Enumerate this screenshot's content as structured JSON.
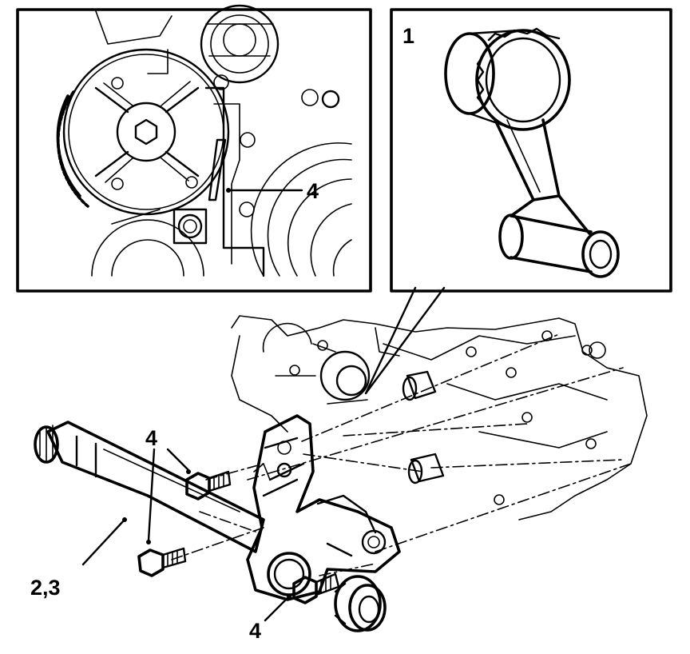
{
  "figure": {
    "colors": {
      "ink": "#000000",
      "paper": "#ffffff"
    },
    "detail_right": {
      "label": "1"
    },
    "detail_left": {
      "label": "4"
    },
    "main": {
      "callouts": [
        {
          "id": "axle-shaft",
          "text": "2,3"
        },
        {
          "id": "bolt-upper",
          "text": "4"
        },
        {
          "id": "bolt-lower",
          "text": "4"
        }
      ]
    }
  }
}
